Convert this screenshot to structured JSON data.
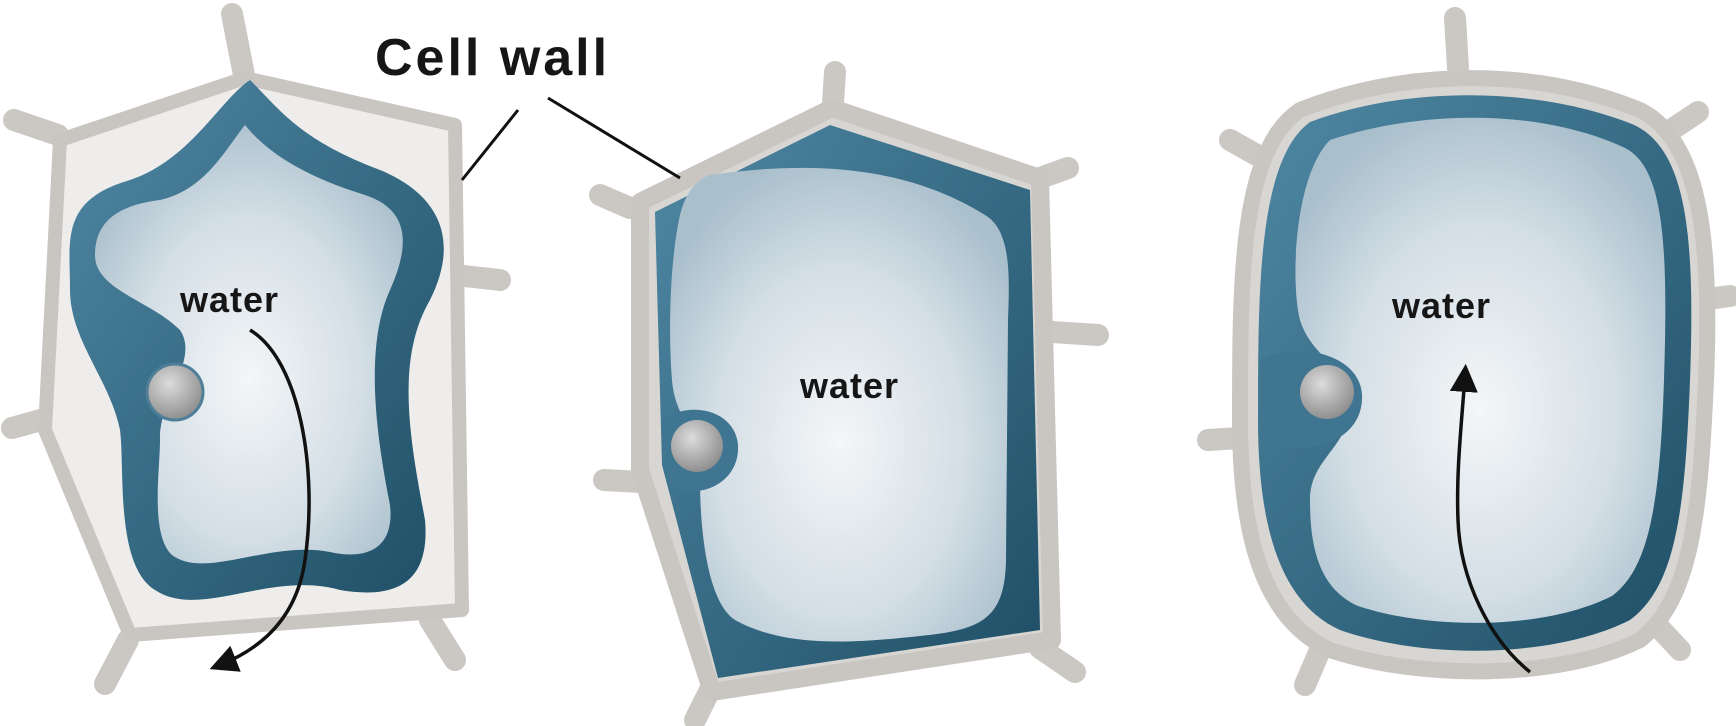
{
  "labels": {
    "cell_wall": "Cell wall",
    "water_left": "water",
    "water_middle": "water",
    "water_right": "water"
  },
  "cells": [
    {
      "id": "left",
      "state": "plasmolysed",
      "water_flow": "out"
    },
    {
      "id": "middle",
      "state": "turgid"
    },
    {
      "id": "right",
      "state": "turgid",
      "water_flow": "in"
    }
  ],
  "colors": {
    "cell_wall": "#c9c6c2",
    "cell_wall_inner": "#ecebea",
    "cytoplasm": "#3f7591",
    "cytoplasm_dark": "#1f4f66",
    "vacuole_center": "#f1f4f6",
    "vacuole_edge": "#a9bfcc",
    "nucleus": "#9b9b9b",
    "arrow": "#111111",
    "text": "#161616"
  }
}
